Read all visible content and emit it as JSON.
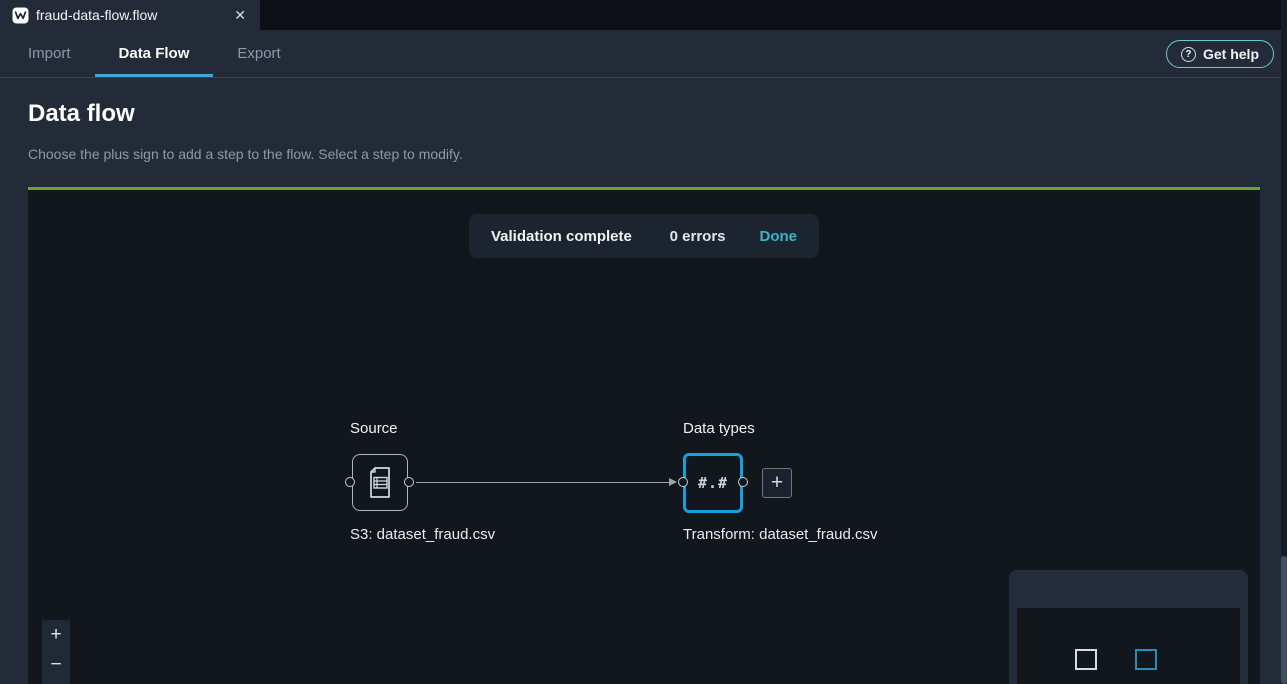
{
  "editor_tab": {
    "title": "fraud-data-flow.flow"
  },
  "icons": {
    "close": "✕",
    "help": "?",
    "add_step": "+",
    "zoom_in": "+",
    "zoom_out": "−"
  },
  "nav": {
    "tabs": [
      {
        "label": "Import",
        "active": false
      },
      {
        "label": "Data Flow",
        "active": true
      },
      {
        "label": "Export",
        "active": false
      }
    ],
    "get_help": "Get help"
  },
  "page": {
    "title": "Data flow",
    "subtitle": "Choose the plus sign to add a step to the flow. Select a step to modify."
  },
  "validation": {
    "status": "Validation complete",
    "errors": "0 errors",
    "action": "Done"
  },
  "flow": {
    "nodes": [
      {
        "group": "Source",
        "caption": "S3: dataset_fraud.csv",
        "icon": "file-document",
        "selected": false
      },
      {
        "group": "Data types",
        "glyph": "#.#",
        "caption": "Transform: dataset_fraud.csv",
        "selected": true
      }
    ]
  },
  "colors": {
    "selected_node_border": "#17a1dc",
    "success_rule_green": "#6aa437",
    "done_link_teal": "#36b6ca",
    "tab_underline_blue": "#44a3dd"
  }
}
